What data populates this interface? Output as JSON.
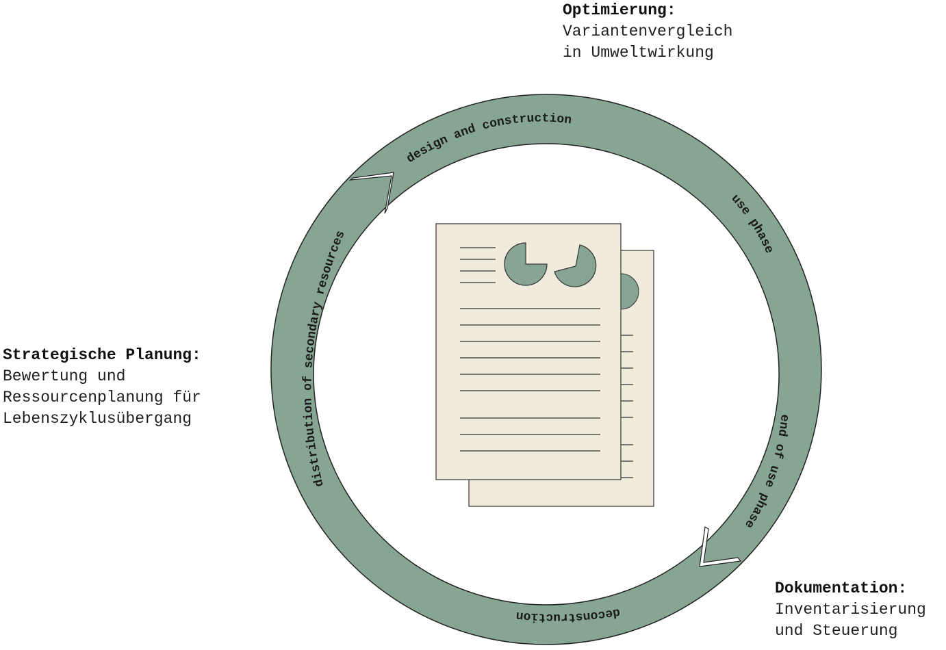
{
  "cycle": {
    "phases": [
      "design and construction",
      "use phase",
      "end of use phase",
      "deconstruction",
      "distribution of secondary resources"
    ]
  },
  "callouts": {
    "optimierung": {
      "heading": "Optimierung:",
      "lines": [
        "Variantenvergleich",
        "in Umweltwirkung"
      ]
    },
    "strategie": {
      "heading": "Strategische Planung:",
      "lines": [
        "Bewertung und",
        "Ressourcenplanung für",
        "Lebenszyklusübergang"
      ]
    },
    "dokumentation": {
      "heading": "Dokumentation:",
      "lines": [
        "Inventarisierung",
        "und Steuerung"
      ]
    }
  },
  "colors": {
    "ring": "#86a593",
    "paper": "#f1ebdc",
    "ink": "#1a1a1a"
  }
}
